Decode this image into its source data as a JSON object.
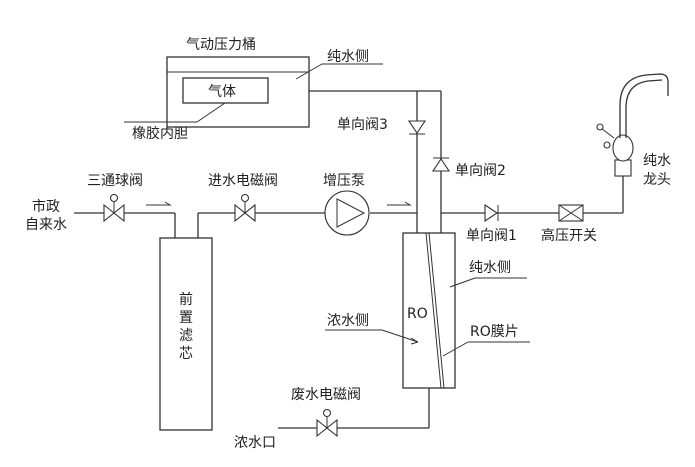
{
  "labels": {
    "pressure_tank": "气动压力桶",
    "pure_side_tank": "纯水侧",
    "gas": "气体",
    "rubber_bladder": "橡胶内胆",
    "check_valve_3": "单向阀3",
    "check_valve_2": "单向阀2",
    "check_valve_1": "单向阀1",
    "three_way_ball_valve": "三通球阀",
    "inlet_solenoid_valve": "进水电磁阀",
    "booster_pump": "增压泵",
    "municipal_water_1": "市政",
    "municipal_water_2": "自来水",
    "high_pressure_switch": "高压开关",
    "pure_faucet_1": "纯水",
    "pure_faucet_2": "龙头",
    "prefilter_1": "前",
    "prefilter_2": "置",
    "prefilter_3": "滤",
    "prefilter_4": "芯",
    "ro": "RO",
    "pure_side_ro": "纯水侧",
    "concentrate_side": "浓水侧",
    "ro_membrane": "RO膜片",
    "waste_solenoid_valve": "废水电磁阀",
    "concentrate_outlet": "浓水口"
  }
}
